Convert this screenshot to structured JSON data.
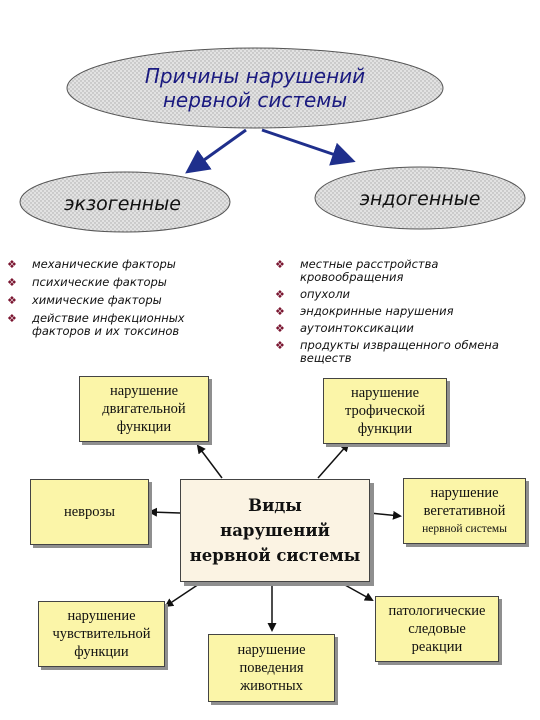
{
  "title_lines": [
    "Причины нарушений",
    "нервной системы"
  ],
  "exogenous": {
    "title": "экзогенные",
    "items": [
      "механические факторы",
      "психические факторы",
      "химические факторы",
      "действие инфекционных факторов и их токсинов"
    ]
  },
  "endogenous": {
    "title": "эндогенные",
    "items": [
      "местные расстройства кровообращения",
      "опухоли",
      "эндокринные нарушения",
      "аутоинтоксикации",
      "продукты извращенного обмена веществ"
    ]
  },
  "bullet_glyph": "❖",
  "center_lines": [
    "Виды",
    "нарушений",
    "нервной системы"
  ],
  "boxes": {
    "motor": [
      "нарушение",
      "двигательной",
      "функции"
    ],
    "trophic": [
      "нарушение",
      "трофической",
      "функции"
    ],
    "neuroses": [
      "неврозы"
    ],
    "autonomic": [
      "нарушение",
      "вегетативной",
      "нервной системы"
    ],
    "sensory": [
      "нарушение",
      "чувствительной",
      "функции"
    ],
    "behavior": [
      "нарушение",
      "поведения",
      "животных"
    ],
    "pathological": [
      "патологические",
      "следовые",
      "реакции"
    ]
  },
  "colors": {
    "ellipse_fill": "#dcdcdc",
    "ellipse_text": "#1a1a80",
    "arrow_blue": "#1f2f8c",
    "box_fill": "#fbf5a8",
    "center_fill": "#fbf3e3",
    "bullet": "#7a1530"
  }
}
